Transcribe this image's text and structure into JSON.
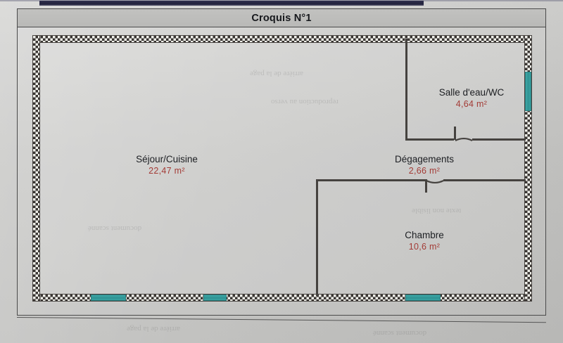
{
  "document": {
    "title": "Croquis N°1"
  },
  "plan": {
    "unit": "m²",
    "rooms": [
      {
        "id": "sejour-cuisine",
        "name": "Séjour/Cuisine",
        "area": "22,47  m²"
      },
      {
        "id": "salle-eau-wc",
        "name": "Salle d'eau/WC",
        "area": "4,64  m²"
      },
      {
        "id": "degagements",
        "name": "Dégagements",
        "area": "2,66  m²"
      },
      {
        "id": "chambre",
        "name": "Chambre",
        "area": "10,6  m²"
      }
    ],
    "colors": {
      "wall_hatch": "#3a3633",
      "window": "#2f9393",
      "area_text": "#a33b36",
      "label_text": "#1c1e22",
      "frame": "#4a4a4a",
      "paper": "#c6c6c4"
    },
    "openings": [
      {
        "id": "window-sejour-left",
        "type": "window",
        "wall": "bottom"
      },
      {
        "id": "window-sejour-right",
        "type": "window",
        "wall": "bottom"
      },
      {
        "id": "window-chambre",
        "type": "window",
        "wall": "bottom"
      },
      {
        "id": "window-salle-eau",
        "type": "window",
        "wall": "right"
      },
      {
        "id": "door-salle-eau",
        "type": "door",
        "wall": "interior-horizontal"
      },
      {
        "id": "door-chambre",
        "type": "door",
        "wall": "interior-horizontal"
      }
    ]
  },
  "ghost_text": {
    "g1": "arrière de la page",
    "g2": "reproduction au verso",
    "g3": "document scanné",
    "g4": "texte non lisible"
  }
}
